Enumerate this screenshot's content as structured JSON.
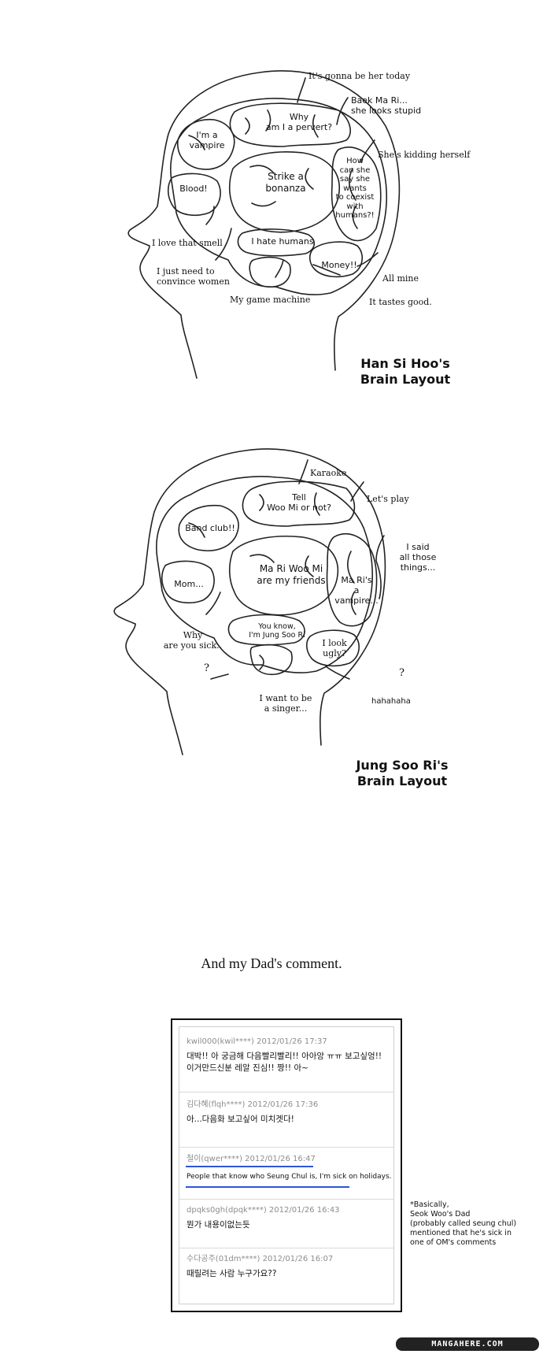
{
  "brain1": {
    "title_line1": "Han Si Hoo's",
    "title_line2": "Brain Layout",
    "lobes": {
      "pervert": [
        "Why",
        "am I a pervert?"
      ],
      "vampire": [
        "I'm a",
        "vampire"
      ],
      "bonanza": [
        "Strike a",
        "bonanza"
      ],
      "blood": "Blood!",
      "coexist": [
        "How",
        "can she",
        "say she",
        "wants",
        "to coexist",
        "with",
        "humans?!"
      ],
      "hate": "I hate humans",
      "money": "Money!!"
    },
    "callouts": {
      "today": "It's gonna be her today",
      "baek": [
        "Baek Ma Ri...",
        "she looks stupid"
      ],
      "kidding": "She's kidding herself",
      "smell": "I love that smell",
      "convince": [
        "I just need to",
        "convince women"
      ],
      "all_mine": "All mine",
      "game": "My game machine",
      "tastes": "It tastes good."
    }
  },
  "brain2": {
    "title_line1": "Jung Soo Ri's",
    "title_line2": "Brain Layout",
    "lobes": {
      "tell": [
        "Tell",
        "Woo Mi or not?"
      ],
      "band": "Band club!!",
      "friends": [
        "Ma Ri Woo Mi",
        "are my friends"
      ],
      "mom": "Mom...",
      "vampire": [
        "Ma Ri's",
        "a",
        "vampire..."
      ],
      "jung": [
        "You know,",
        "I'm Jung Soo Ri"
      ],
      "ugly": [
        "I look",
        "ugly?"
      ]
    },
    "callouts": {
      "karaoke": "Karaoke",
      "play": "Let's play",
      "said": [
        "I said",
        "all those",
        "things..."
      ],
      "why": [
        "Why",
        "are you sick.."
      ],
      "q1": "?",
      "q2": "?",
      "singer": [
        "I want to be",
        "a singer..."
      ],
      "haha": "hahahaha"
    }
  },
  "caption": "And my Dad's comment.",
  "comments": [
    {
      "meta": "kwil000(kwil****) 2012/01/26 17:37",
      "text": "대박!! 아 궁금해 다음빨리빨리!! 아아앙 ㅠㅠ 보고싶엉!! 이거만드신분 레알 진심!! 짱!! 아~"
    },
    {
      "meta": "김다혜(flqh****) 2012/01/26 17:36",
      "text": "아...다음화 보고싶어 미치겟다!"
    },
    {
      "meta": "철이(qwer****) 2012/01/26 16:47",
      "text": "People that know who Seung Chul is, I'm sick on holidays."
    },
    {
      "meta": "dpqks0gh(dpqk****) 2012/01/26 16:43",
      "text": "뭔가 내용이없는듯"
    },
    {
      "meta": "수다공주(01dm****) 2012/01/26 16:07",
      "text": "때릴려는 사람 누구가요??"
    }
  ],
  "note": "*Basically,\nSeok Woo's Dad\n(probably called seung chul)\nmentioned that he's sick in\none of OM's comments",
  "watermark": "MANGAHERE.COM"
}
